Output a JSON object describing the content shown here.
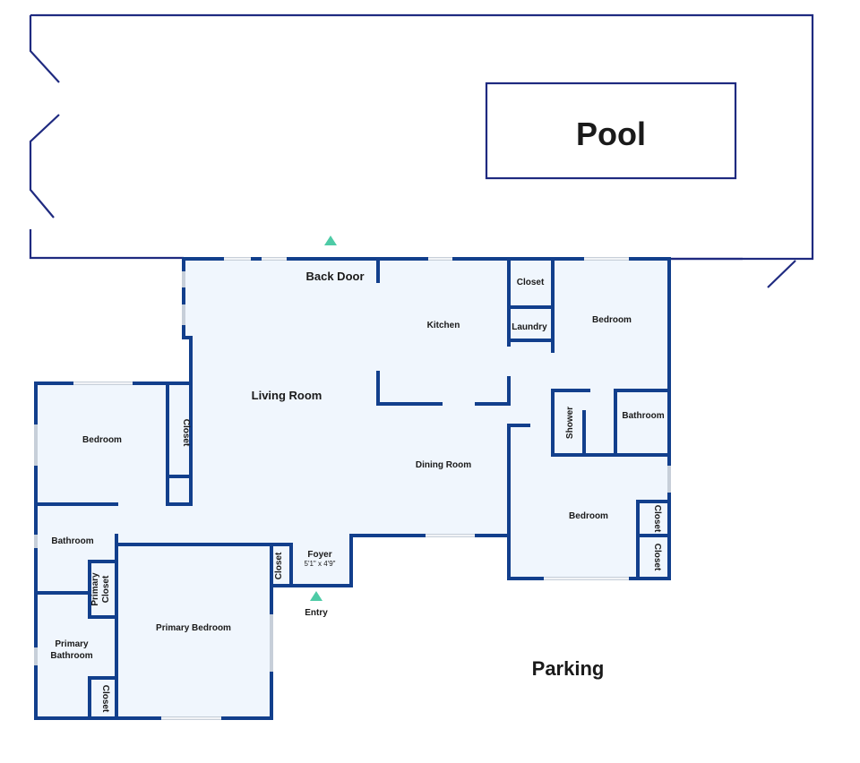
{
  "labels": {
    "pool": "Pool",
    "parking": "Parking",
    "back_door": "Back Door",
    "kitchen": "Kitchen",
    "closet": "Closet",
    "laundry": "Laundry",
    "bedroom": "Bedroom",
    "living_room": "Living Room",
    "shower": "Shower",
    "bathroom": "Bathroom",
    "dining_room": "Dining Room",
    "foyer": "Foyer",
    "foyer_dim": "5'1\" x 4'9\"",
    "entry": "Entry",
    "primary_closet": "Primary Closet",
    "primary_closet_line1": "Primary",
    "primary_closet_line2": "Closet",
    "primary_bedroom": "Primary Bedroom",
    "primary_bathroom_line1": "Primary",
    "primary_bathroom_line2": "Bathroom"
  },
  "colors": {
    "wall": "#123f8c",
    "room_fill": "#f0f6fd",
    "yard_outline": "#1f2a80",
    "window": "#c7cfd9",
    "entry_arrow": "#4ecba6"
  }
}
